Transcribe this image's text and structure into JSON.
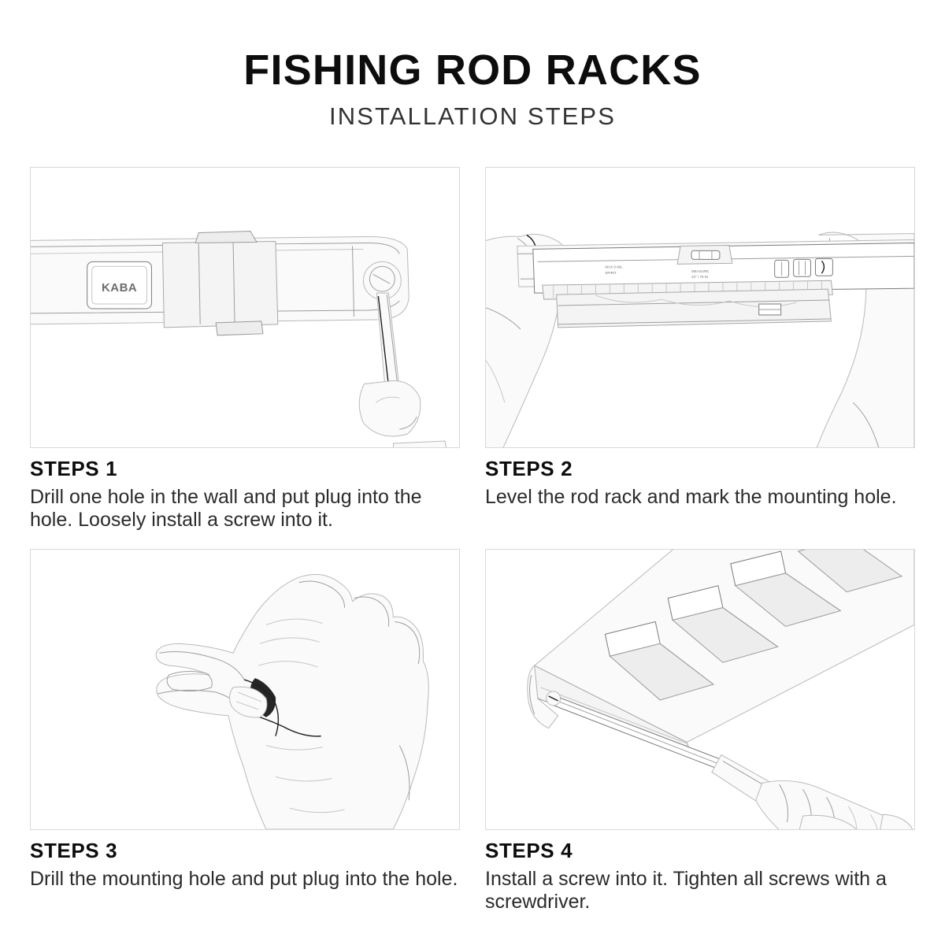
{
  "header": {
    "title": "FISHING ROD RACKS",
    "subtitle": "INSTALLATION STEPS"
  },
  "steps": [
    {
      "label": "STEPS 1",
      "text": "Drill one hole in the wall and put plug into the hole. Loosely install a screw into it.",
      "figure_name": "wall-bracket-with-screw-photo",
      "badge_text": "KABA"
    },
    {
      "label": "STEPS 2",
      "text": "Level the rod rack and mark the mounting hole.",
      "figure_name": "leveling-rod-rack-photo"
    },
    {
      "label": "STEPS 3",
      "text": "Drill the mounting hole and put plug into the hole.",
      "figure_name": "hand-holding-wall-plug-photo"
    },
    {
      "label": "STEPS 4",
      "text": "Install a screw into it. Tighten all screws with a screwdriver.",
      "figure_name": "screwdriver-tightening-rack-photo"
    }
  ],
  "colors": {
    "page_background": "#ffffff",
    "title_text": "#0d0d0d",
    "body_text": "#2b2b2b",
    "panel_border": "#d8d8d8"
  }
}
